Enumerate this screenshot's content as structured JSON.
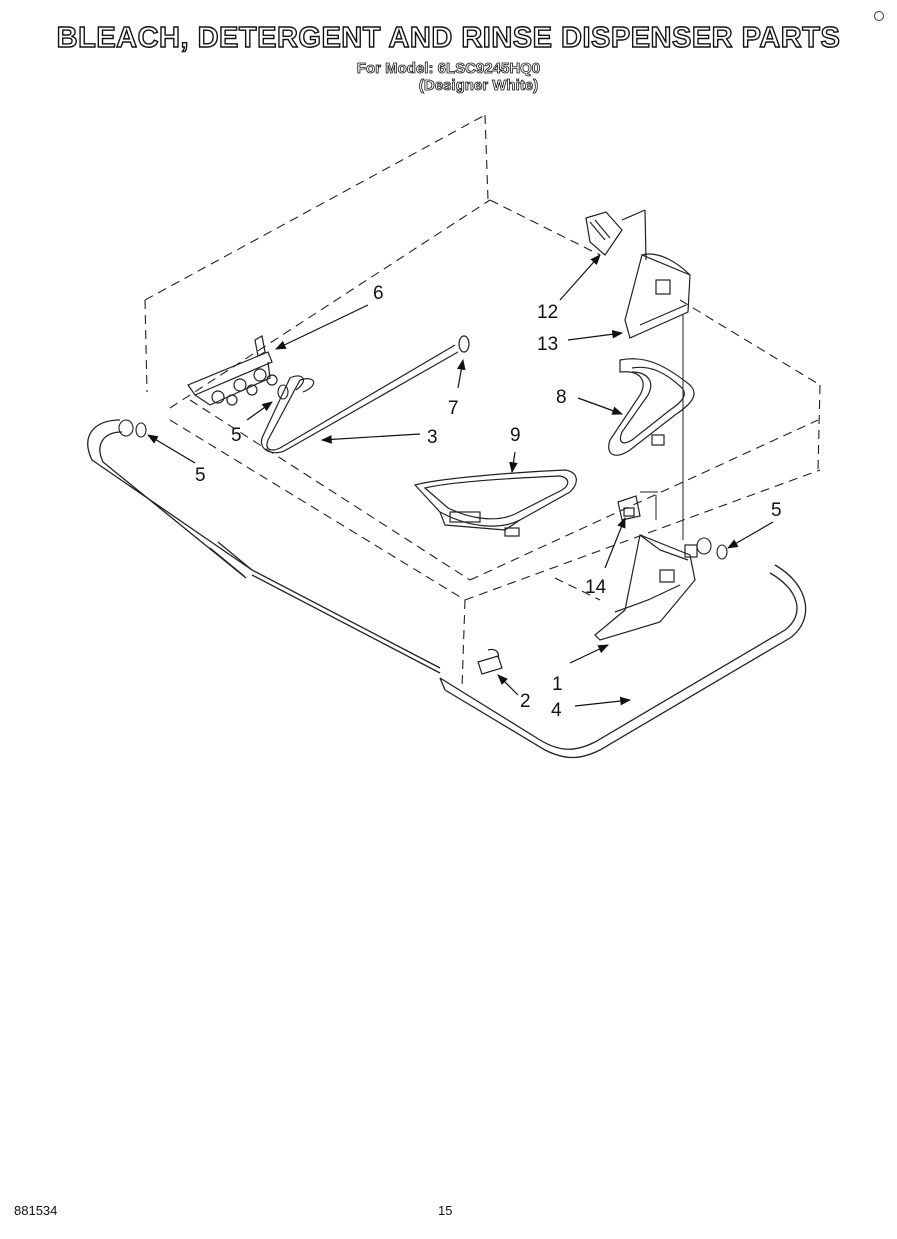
{
  "header": {
    "title": "BLEACH, DETERGENT AND RINSE DISPENSER PARTS",
    "model_line": "For Model: 6LSC9245HQ0",
    "variant_line": "(Designer White)"
  },
  "diagram": {
    "callouts": [
      "1",
      "2",
      "3",
      "4",
      "5",
      "5",
      "5",
      "6",
      "7",
      "8",
      "9",
      "12",
      "13",
      "14"
    ]
  },
  "footer": {
    "doc_number": "881534",
    "page_number": "15"
  }
}
